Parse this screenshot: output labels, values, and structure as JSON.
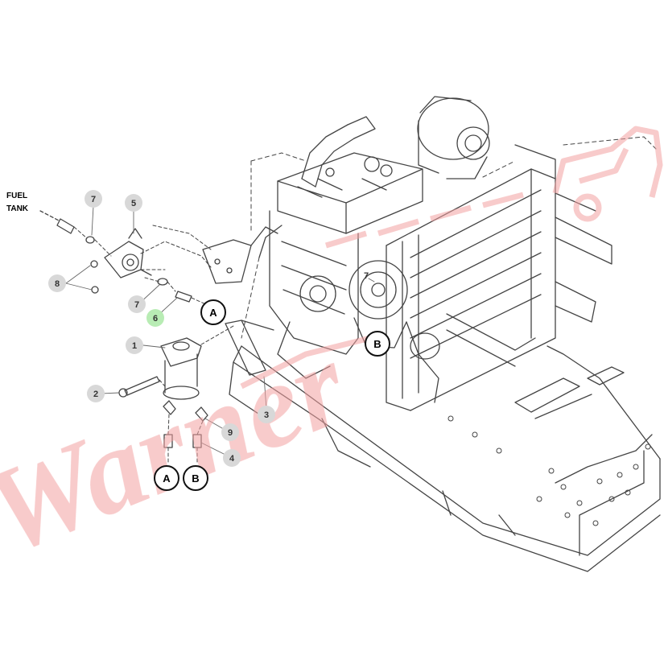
{
  "labels": {
    "fuel_tank_line1": "FUEL",
    "fuel_tank_line2": "TANK"
  },
  "callouts": {
    "c7_top": "7",
    "c5": "5",
    "c8": "8",
    "c7_mid": "7",
    "c6": "6",
    "c1": "1",
    "c2": "2",
    "c3": "3",
    "c9": "9",
    "c4": "4",
    "c7_engine": "7"
  },
  "refs": {
    "a_right": "A",
    "b_engine": "B",
    "a_bottom": "A",
    "b_bottom": "B"
  },
  "colors": {
    "line": "#444444",
    "callout_fill": "#d8d8d8",
    "callout_highlight": "#b8ecb4",
    "watermark": "#f2a0a0"
  },
  "watermark": {
    "text": "Warner"
  }
}
